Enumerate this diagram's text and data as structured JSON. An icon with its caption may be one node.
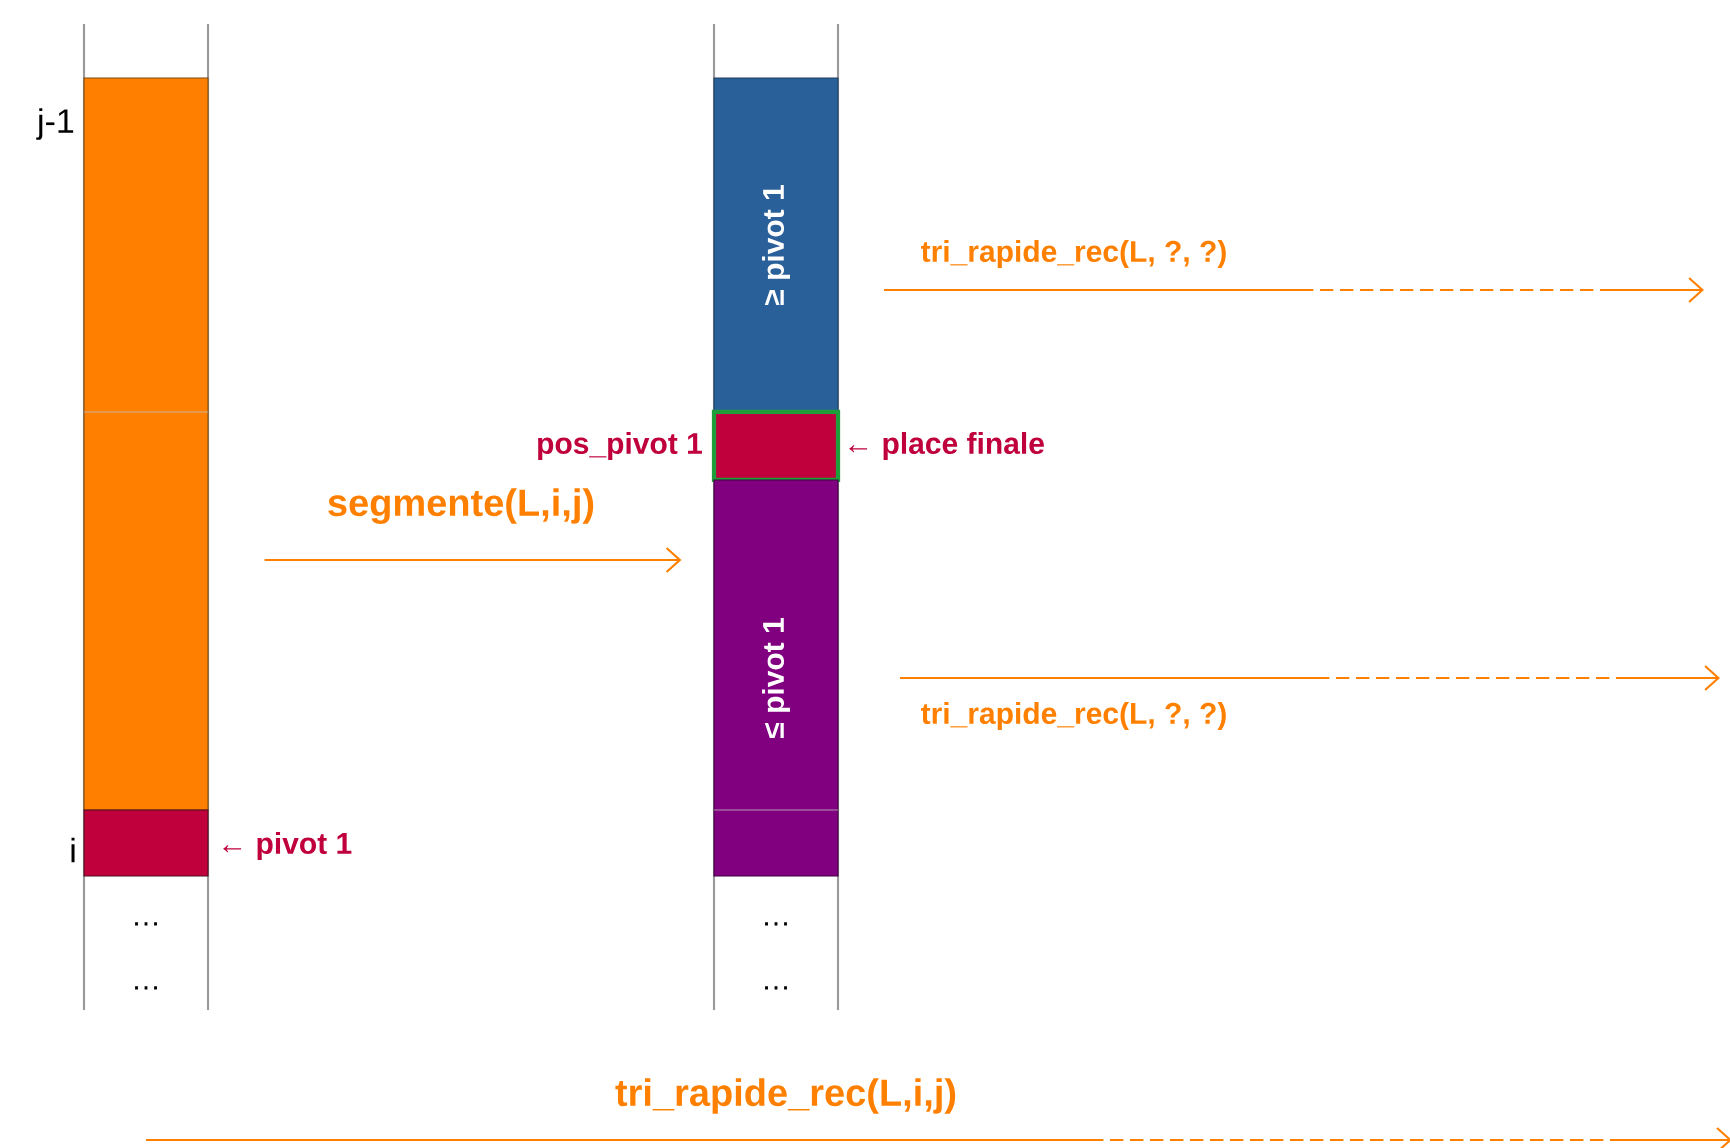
{
  "diagram": {
    "nodes": [
      {
        "text": [],
        "shape": "box"
      },
      {
        "text": [],
        "shape": "box",
        "beside": [
          "← pivot 1"
        ]
      },
      {
        "text": [
          "≥ pivot 1"
        ]
      },
      {
        "text": [],
        "shape": "box",
        "beside": [
          "pos_pivot 1",
          "← place finale"
        ]
      },
      {
        "text": [
          "≤ pivot 1"
        ]
      }
    ],
    "edges": [
      {
        "from": 0,
        "to": 4,
        "arrow": "to",
        "label": "segmente(L,i,j)"
      }
    ],
    "labels": [
      "j-1",
      "tri_rapide_rec(L, ?, ?)",
      "tri_rapide_rec(L, ?, ?)",
      "i",
      "…",
      "…",
      "…",
      "…",
      "tri_rapide_rec(L,i,j)"
    ]
  }
}
